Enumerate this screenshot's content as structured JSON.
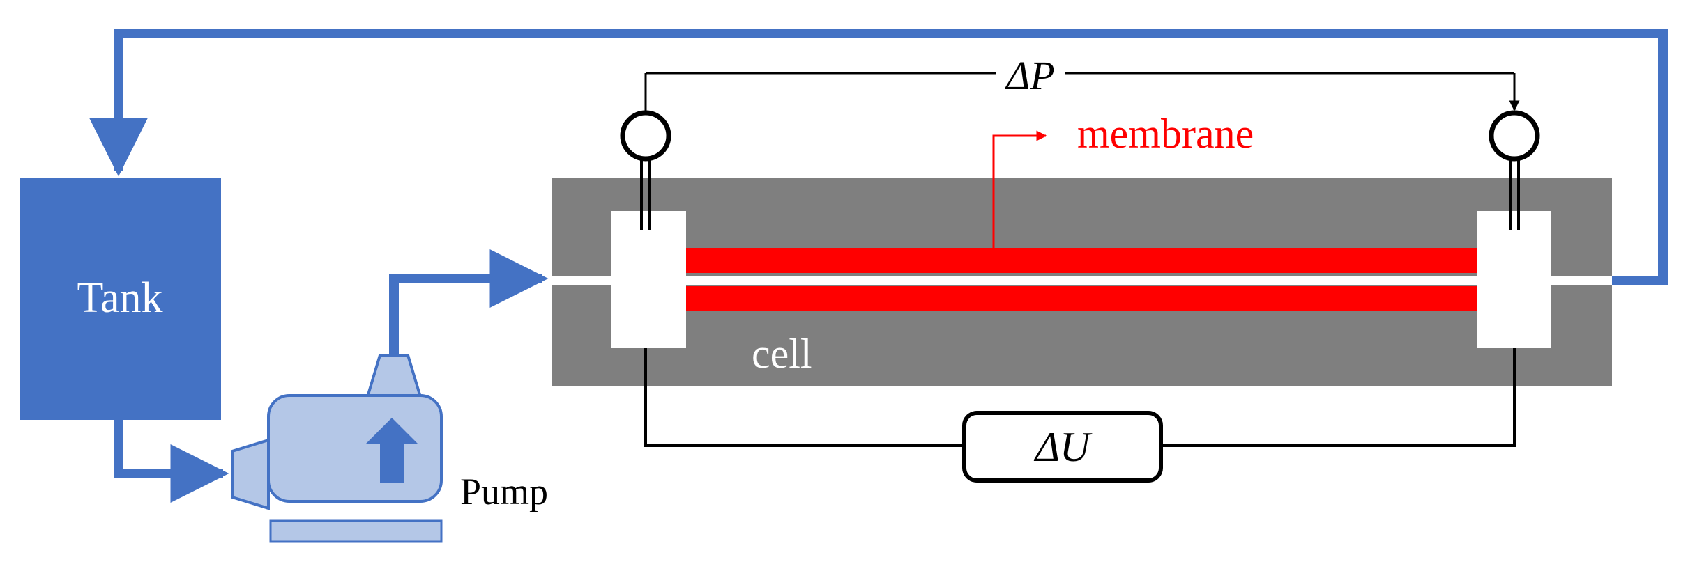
{
  "labels": {
    "tank": "Tank",
    "pump": "Pump",
    "cell": "cell",
    "membrane": "membrane",
    "pressure_drop": "ΔP",
    "voltage_drop": "ΔU"
  },
  "colors": {
    "pipe_blue": "#4472c4",
    "tank_fill": "#4472c4",
    "pump_fill": "#b4c7e7",
    "pump_outline": "#4472c4",
    "cell_gray": "#7f7f7f",
    "membrane_red": "#ff0000",
    "wire_black": "#000000",
    "white": "#ffffff"
  },
  "icons": {
    "pump_arrow": "up-arrow-icon",
    "pressure_gauge": "gauge-icon"
  }
}
